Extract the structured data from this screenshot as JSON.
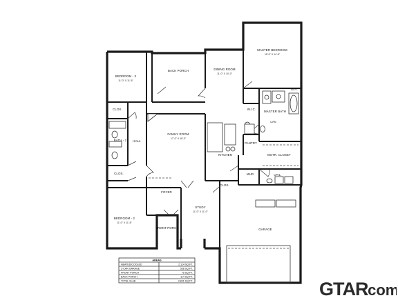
{
  "rooms": {
    "master_bedroom": {
      "name": "MASTER BEDROOM",
      "size": "15'-0\" X 14'-6\""
    },
    "bedroom3": {
      "name": "BEDROOM - 3",
      "size": "11'-0\" X 11'-6\""
    },
    "bedroom2": {
      "name": "BEDROOM - 2",
      "size": "11'-0\" X 11'-6\""
    },
    "back_porch": {
      "name": "BACK PORCH"
    },
    "dining": {
      "name": "DINING ROOM",
      "size": "11'-0\" X 10'-0\""
    },
    "family": {
      "name": "FAMILY ROOM",
      "size": "17'-0\" X 18'-0\""
    },
    "kitchen": {
      "name": "KITCHEN"
    },
    "pantry": {
      "name": "PANTRY"
    },
    "master_bath": {
      "name": "MASTER BATH"
    },
    "master_closet": {
      "name": "MSTR. CLOSET"
    },
    "utility": {
      "name": "UTIL."
    },
    "mud": {
      "name": "MUD"
    },
    "foyer": {
      "name": "FOYER"
    },
    "study": {
      "name": "STUDY",
      "size": "11'-0\" X 11'-0\""
    },
    "front_porch": {
      "name": "FRONT PORCH"
    },
    "garage": {
      "name": "GARAGE"
    },
    "bath2": {
      "name": "BATH - 2"
    },
    "hall": {
      "name": "HALL"
    },
    "clos1": {
      "name": "CLOS."
    },
    "clos2": {
      "name": "CLOS."
    },
    "clos3": {
      "name": "CLOS."
    },
    "wic": {
      "name": "W.I.C."
    },
    "lav": {
      "name": "LAV."
    },
    "wh": {
      "name": "W.H."
    }
  },
  "areas_table": {
    "header": "AREAS",
    "rows": [
      {
        "label": "HEATED/COOLED",
        "value": "2,114 SQ.FT."
      },
      {
        "label": "2-CAR GARAGE",
        "value": "538 SQ.FT."
      },
      {
        "label": "FRONT PORCH",
        "value": "75 SQ.FT."
      },
      {
        "label": "BACK PORCH",
        "value": "114 SQ.FT."
      },
      {
        "label": "TOTAL SLAB",
        "value": "2,841 SQ.FT."
      }
    ]
  },
  "logo": {
    "brand": "GTAR",
    "suffix": ".com"
  },
  "colors": {
    "line": "#1a1a1a",
    "background": "#ffffff",
    "logo": "#2b2b2b"
  }
}
